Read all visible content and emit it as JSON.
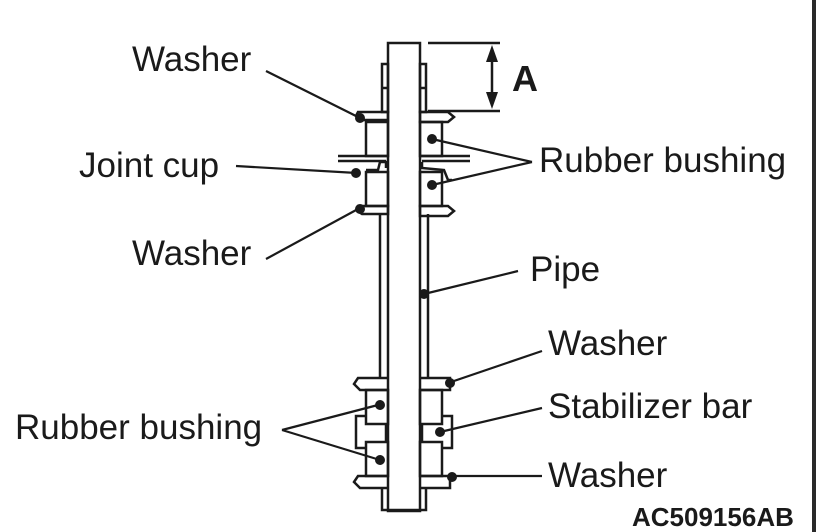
{
  "figure": {
    "code": "AC509156AB",
    "dimension_label": "A",
    "labels": {
      "washer_top_left": "Washer",
      "joint_cup": "Joint cup",
      "washer_mid_left": "Washer",
      "rubber_bushing_upper": "Rubber bushing",
      "pipe": "Pipe",
      "washer_lower_right": "Washer",
      "stabilizer_bar": "Stabilizer bar",
      "washer_bottom_right": "Washer",
      "rubber_bushing_lower": "Rubber bushing"
    },
    "colors": {
      "line": "#1a1a1a",
      "background": "#ffffff"
    }
  }
}
